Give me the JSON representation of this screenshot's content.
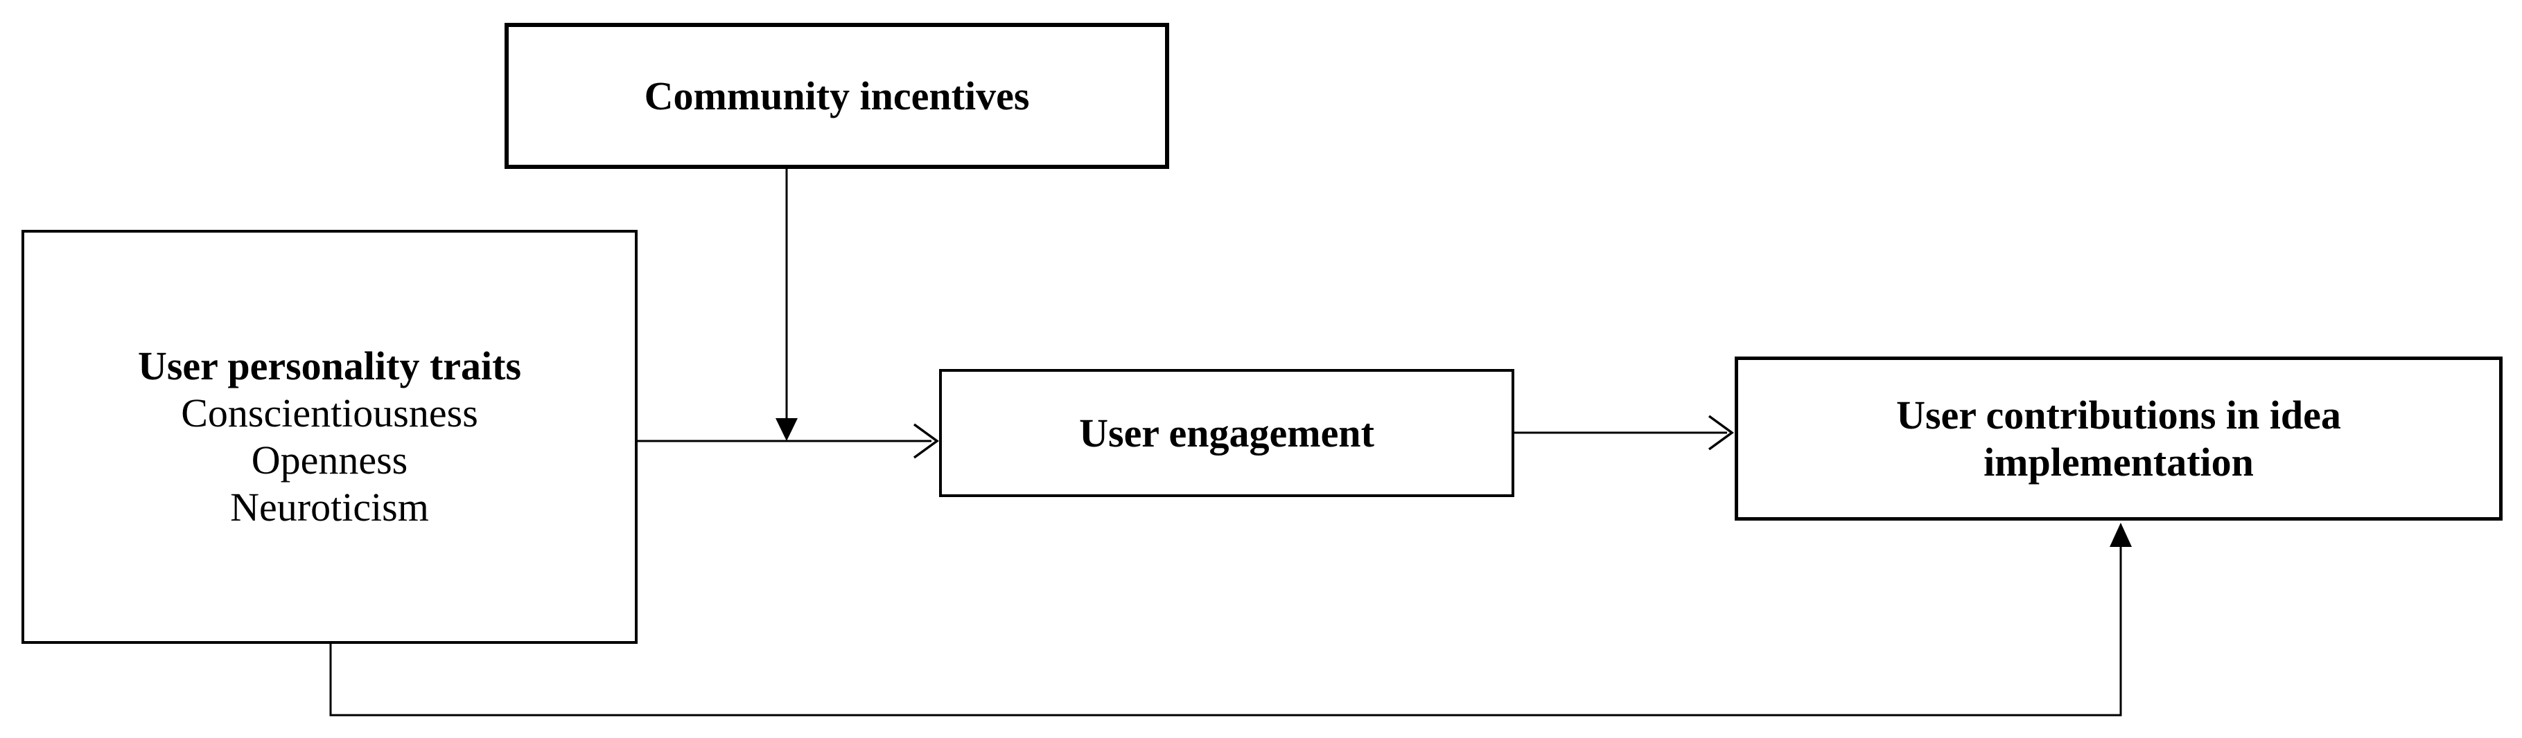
{
  "figure": {
    "background_color": "#ffffff",
    "ink_color": "#000000"
  },
  "nodes": {
    "community_incentives": {
      "label": "Community incentives"
    },
    "user_personality_traits": {
      "title": "User personality traits",
      "items": [
        "Conscientiousness",
        "Openness",
        "Neuroticism"
      ]
    },
    "user_engagement": {
      "label": "User engagement"
    },
    "user_contributions": {
      "label_lines": [
        "User contributions in idea",
        "implementation"
      ]
    }
  },
  "edges": [
    {
      "from": "Community incentives",
      "to": "arrow between User personality traits and User engagement",
      "direction": "down",
      "arrowhead": "filled-triangle"
    },
    {
      "from": "User personality traits",
      "to": "User engagement",
      "direction": "right",
      "arrowhead": "open-chevron"
    },
    {
      "from": "User engagement",
      "to": "User contributions in idea implementation",
      "direction": "right",
      "arrowhead": "open-chevron"
    },
    {
      "from": "User personality traits",
      "to": "User contributions in idea implementation",
      "direction": "down-right-up",
      "route": "around-bottom",
      "arrowhead": "filled-triangle"
    }
  ]
}
